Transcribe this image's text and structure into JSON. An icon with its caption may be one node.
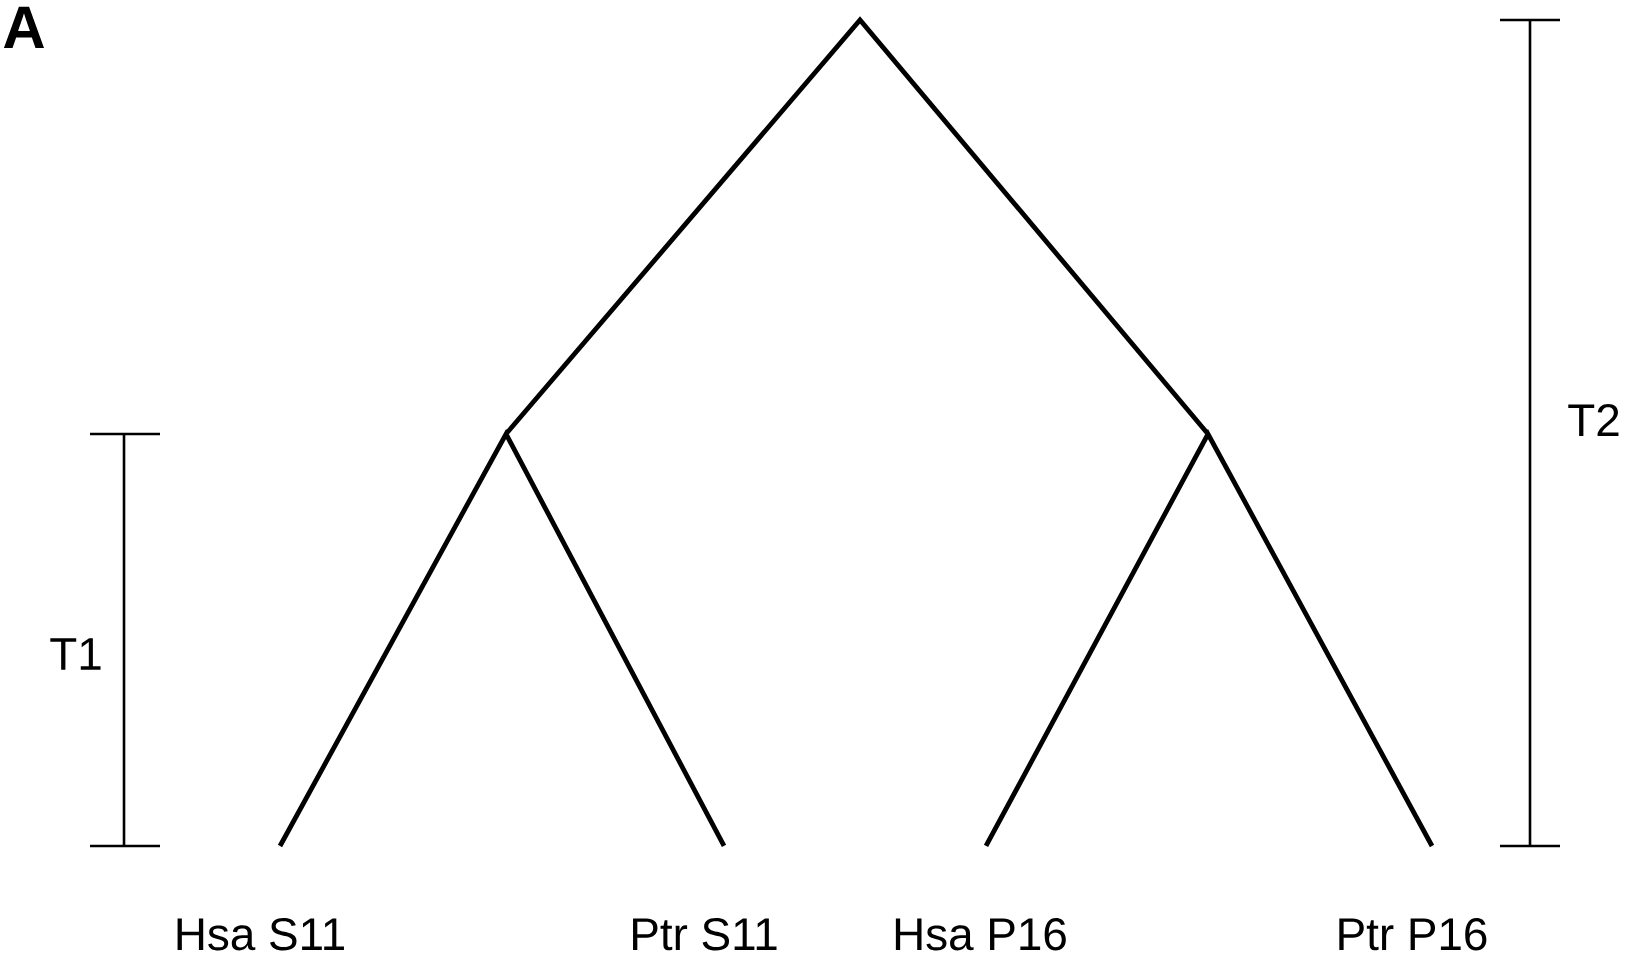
{
  "diagram": {
    "labels": [
      "A",
      "T1",
      "T2",
      "Hsa S11",
      "Ptr S11",
      "Hsa P16",
      "Ptr P16"
    ]
  }
}
